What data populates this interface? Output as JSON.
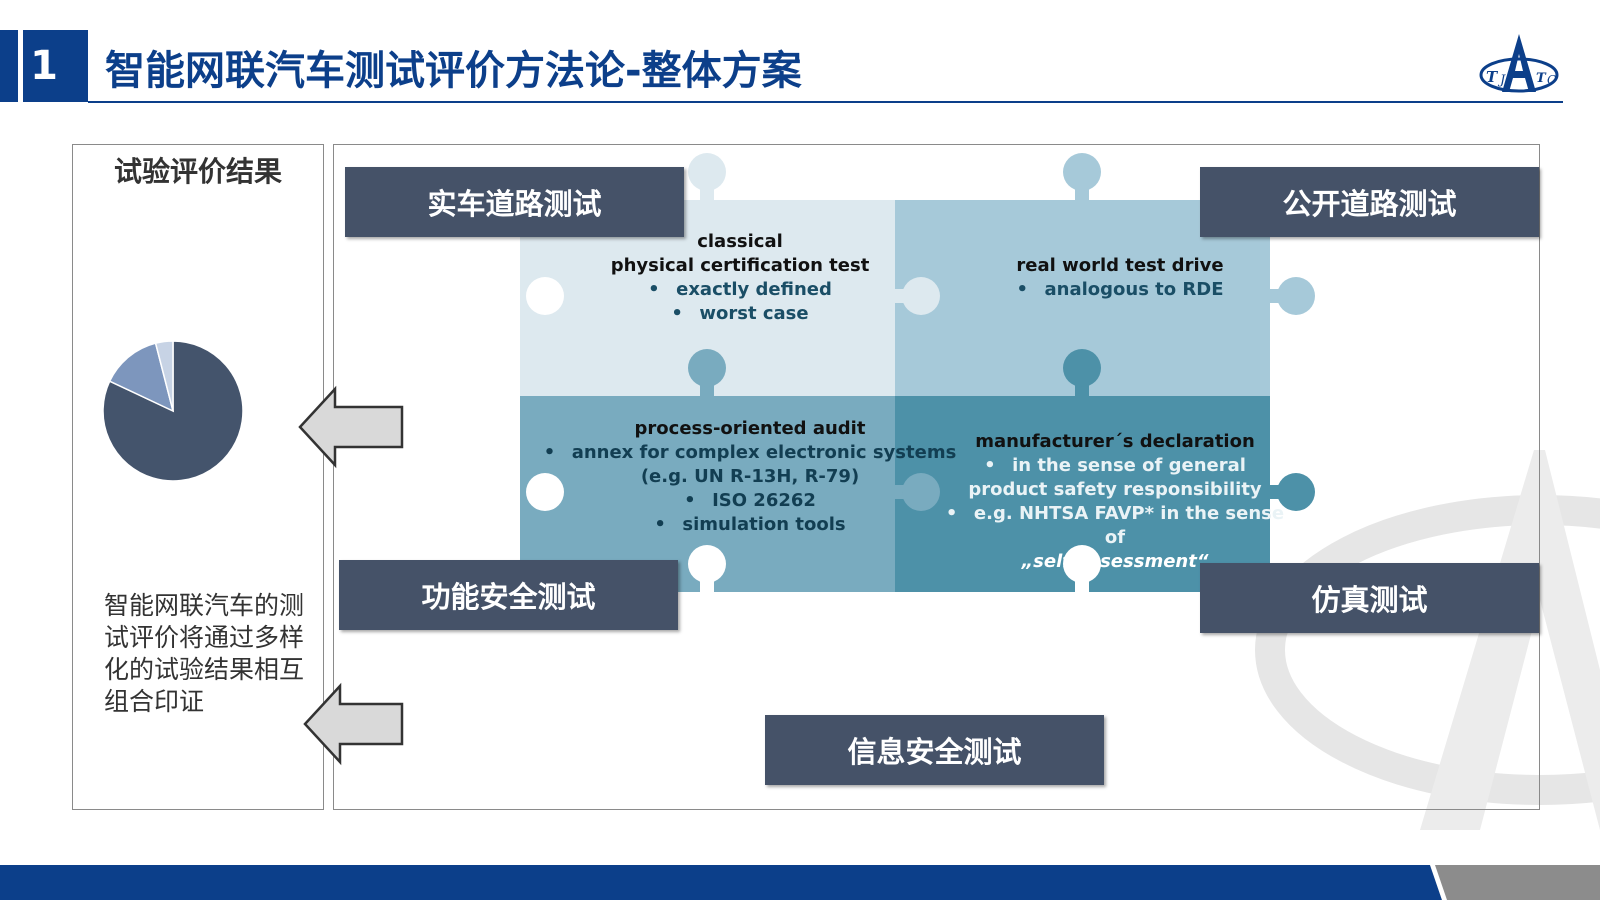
{
  "header": {
    "slide_number": "1",
    "title": "智能网联汽车测试评价方法论-整体方案",
    "logo_text": "TJATC"
  },
  "left_panel": {
    "title": "试验评价结果",
    "text": "智能网联汽车的测试评价将通过多样化的试验结果相互组合印证",
    "pie_values": [
      0.82,
      0.14,
      0.04
    ]
  },
  "labels": {
    "real_vehicle_road": "实车道路测试",
    "open_road": "公开道路测试",
    "functional_safety": "功能安全测试",
    "simulation": "仿真测试",
    "information_security": "信息安全测试"
  },
  "quadrants": {
    "top_left": {
      "heading_1": "classical",
      "heading_2": "physical certification test",
      "bullets": [
        "exactly defined",
        "worst case"
      ]
    },
    "top_right": {
      "heading": "real world test drive",
      "bullets": [
        "analogous to RDE"
      ]
    },
    "bottom_left": {
      "heading": "process-oriented audit",
      "line_1": "annex for complex electronic systems",
      "line_2": "(e.g. UN R-13H, R-79)",
      "bullets": [
        "ISO 26262",
        "simulation tools"
      ]
    },
    "bottom_right": {
      "heading": "manufacturer´s declaration",
      "line_1": "in the sense of general",
      "line_2": "product safety responsibility",
      "line_3": "e.g. NHTSA FAVP* in the sense of",
      "line_4": "„self-assessment“"
    }
  },
  "colors": {
    "brand_blue": "#0c3f8a",
    "label_box": "#455268",
    "quadrant_top_left": "#dde9ef",
    "quadrant_top_right": "#a6c9d9",
    "quadrant_bottom_left": "#79abbf",
    "quadrant_bottom_right": "#4d91a8",
    "pie_main": "#44546c",
    "pie_second": "#7d96bd",
    "pie_third": "#c7d3e5"
  }
}
